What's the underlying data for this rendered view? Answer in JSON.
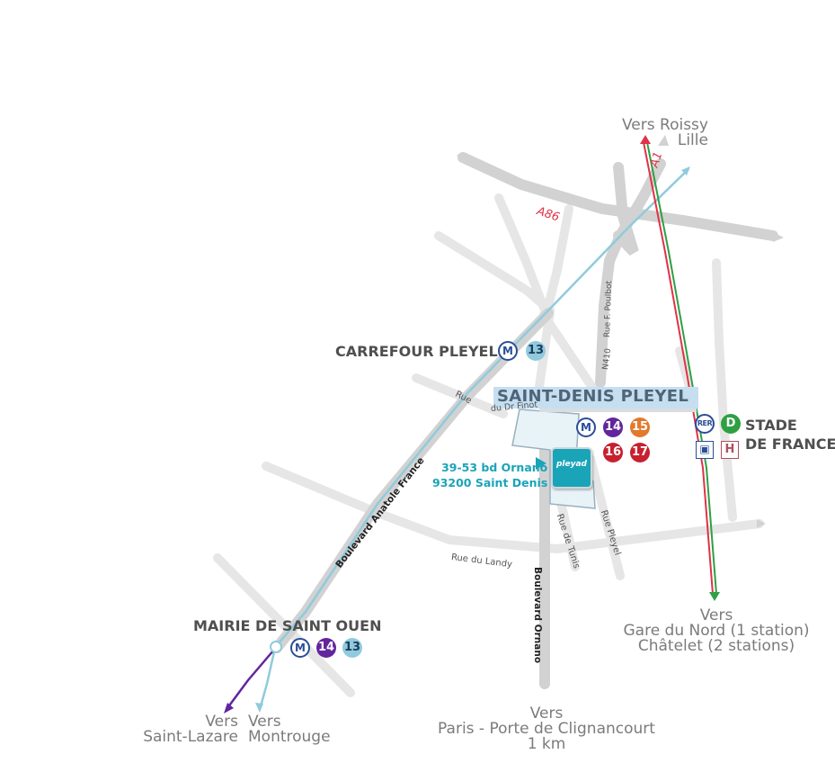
{
  "destinations": {
    "roissy": [
      "Vers Roissy",
      "Lille"
    ],
    "gare_du_nord": [
      "Vers",
      "Gare du Nord (1 station)",
      "Châtelet (2 stations)"
    ],
    "clignancourt": [
      "Vers",
      "Paris - Porte de Clignancourt",
      "1 km"
    ],
    "saint_lazare": [
      "Vers",
      "Saint-Lazare"
    ],
    "montrouge": [
      "Vers",
      "Montrouge"
    ]
  },
  "highways": {
    "a86": "A86",
    "a1": "A1"
  },
  "roads": {
    "anatole_france": "Boulevard Anatole France",
    "ornano": "Boulevard Ornano",
    "landy": "Rue du Landy",
    "tunis": "Rue de Tunis",
    "pleyel": "Rue Pleyel",
    "poulbot": "Rue F. Poulbot",
    "n410": "N410",
    "finot_1": "Rue",
    "finot_2": "du Dr Finot"
  },
  "stations": {
    "carrefour_pleyel": {
      "name": "CARREFOUR PLEYEL",
      "lines": [
        "M",
        "13"
      ]
    },
    "saint_denis_pleyel": {
      "name": "SAINT-DENIS PLEYEL",
      "lines": [
        "M",
        "14",
        "15",
        "16",
        "17"
      ]
    },
    "stade_de_france": {
      "name": [
        "STADE",
        "DE FRANCE"
      ],
      "rer": "RER",
      "rer_line": "D",
      "icons": [
        "tram-icon",
        "hospital-icon"
      ],
      "hospital": "H"
    },
    "mairie_saint_ouen": {
      "name": "MAIRIE DE SAINT OUEN",
      "lines": [
        "M",
        "14",
        "13"
      ]
    }
  },
  "location": {
    "address": [
      "39-53 bd Ornano",
      "93200 Saint Denis"
    ],
    "logo": "pleyad"
  },
  "colors": {
    "road": "#d9d9d9",
    "metro_13": "#8fcbdc",
    "metro_14": "#62259d",
    "metro_15": "#e2792c",
    "metro_16_17": "#c8202f",
    "rer_d": "#2ea043",
    "metro_logo": "#2a4e96",
    "address": "#1aa4b8",
    "highway": "#e03248"
  }
}
